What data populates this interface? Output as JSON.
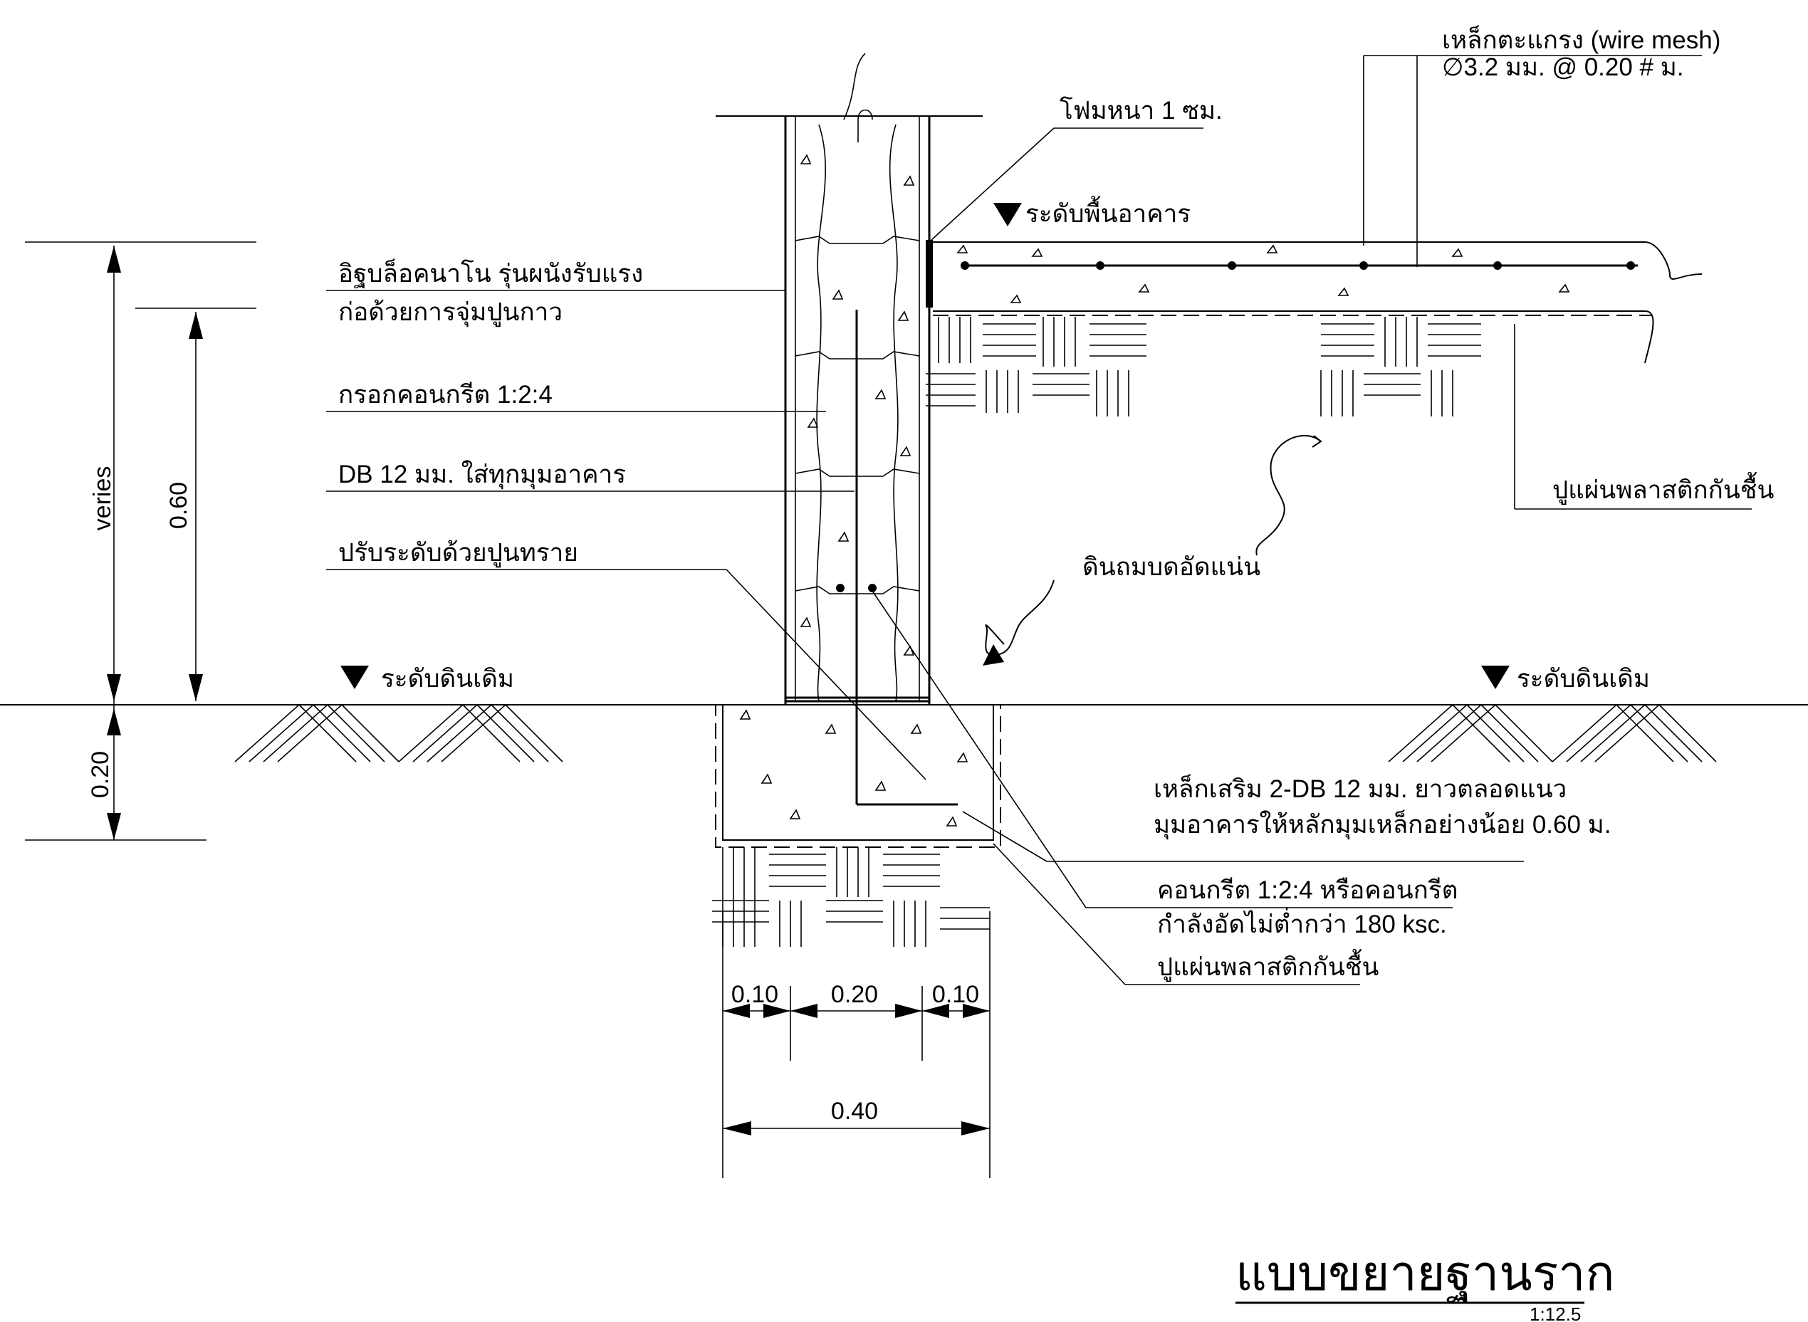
{
  "callouts": {
    "wire_mesh": "เหล็กตะแกรง (wire mesh)",
    "wire_mesh_spec": "∅3.2 มม. @ 0.20 # ม.",
    "foam": "โฟมหนา 1 ซม.",
    "floor_level": "ระดับพื้นอาคาร",
    "block_type": "อิฐบล็อคนาโน รุ่นผนังรับแรง",
    "block_mortar": "ก่อด้วยการจุ่มปูนกาว",
    "concrete_fill": "กรอกคอนกรีต 1:2:4",
    "corner_bar": "DB 12 มม. ใส่ทุกมุมอาคาร",
    "leveling": "ปรับระดับด้วยปูนทราย",
    "vapor_barrier_floor": "ปูแผ่นพลาสติกกันชื้น",
    "compacted_fill": "ดินถมบดอัดแน่น",
    "ground_level_left": "ระดับดินเดิม",
    "ground_level_right": "ระดับดินเดิม",
    "rebar_line1": "เหล็กเสริม 2-DB 12 มม. ยาวตลอดแนว",
    "rebar_line2": "มุมอาคารให้หลักมุมเหล็กอย่างน้อย 0.60 ม.",
    "concrete_line1": "คอนกรีต 1:2:4 หรือคอนกรีต",
    "concrete_line2": "กำลังอัดไม่ต่ำกว่า 180 ksc.",
    "vapor_barrier_footing": "ปูแผ่นพลาสติกกันชื้น"
  },
  "dimensions": {
    "varies": "veries",
    "wall_height": "0.60",
    "footing_depth": "0.20",
    "left_offset": "0.10",
    "wall_width": "0.20",
    "right_offset": "0.10",
    "footing_width": "0.40"
  },
  "title": {
    "text": "แบบขยายฐานราก",
    "scale": "1:12.5"
  }
}
